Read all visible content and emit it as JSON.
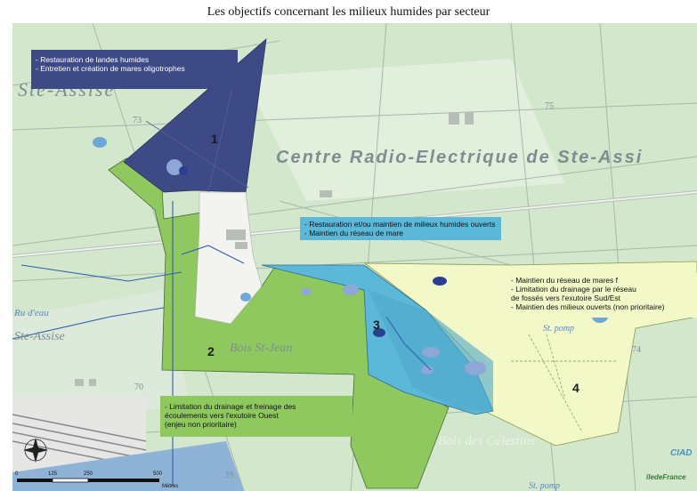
{
  "title": "Les objectifs concernant les milieux humides par secteur",
  "place_names": {
    "ste_assise_top": "Ste-Assise",
    "centre_radio": "Centre   Radio-Electrique   de   Ste-Assi",
    "bois_st_jean": "Bois St-Jean",
    "bois_celestins": "Bois des Célestins",
    "ru_deau": "Ru d'eau",
    "ste_assise_left": "Ste-Assise",
    "st_pomp_1": "St. pomp",
    "st_pomp_2": "St. pomp",
    "spot_73": "73",
    "spot_74": "74",
    "spot_75": "75",
    "spot_70": "70",
    "spot_39": "39"
  },
  "sectors": [
    {
      "number": "1",
      "color": "#3d4a86"
    },
    {
      "number": "2",
      "color": "#8ec85e"
    },
    {
      "number": "3",
      "color": "#5bb8d8"
    },
    {
      "number": "4",
      "color": "#f3f8c8"
    }
  ],
  "legends": {
    "sector1": [
      "- Restauration de landes humides",
      "- Entretien et création de mares oligotrophes"
    ],
    "sector3": [
      "- Restauration et/ou maintien de milieux humides ouverts",
      "- Maintien du réseau de mare"
    ],
    "sector4": [
      "- Maintien du réseau de mares f",
      "- Limitation du drainage par le réseau",
      "  de fossés vers l'exutoire Sud/Est",
      "- Maintien des milieux ouverts (non prioritaire)"
    ],
    "sector2": [
      "- Limitation du drainage et freinage des",
      "écoulements vers l'exutoire Ouest",
      "(enjeu non prioritaire)"
    ]
  },
  "scale": {
    "ticks": [
      "0",
      "125",
      "250",
      "500"
    ],
    "unit": "Mètres"
  },
  "branding": {
    "ciad": "CIAD",
    "ile_de_france": "îledeFrance"
  },
  "colors": {
    "basemap": "#d8ead3",
    "sector1": "#3d4a86",
    "sector2": "#8ec85e",
    "sector3": "#5bb8d8",
    "sector4": "#f3f8c8",
    "water": "#2a3f8f"
  }
}
